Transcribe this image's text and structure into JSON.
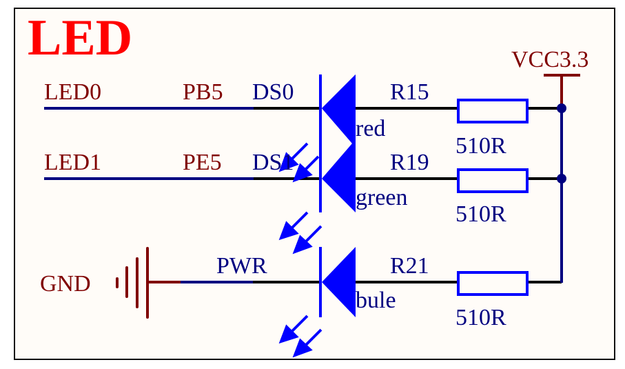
{
  "title": "LED",
  "colors": {
    "title": "#ff0000",
    "net_label": "#800000",
    "part_label": "#000080",
    "component": "#0000ff",
    "wire_blue": "#000080",
    "wire_black": "#000000",
    "power": "#800000"
  },
  "power": {
    "label": "VCC3.3"
  },
  "ground": {
    "label": "GND"
  },
  "rows": [
    {
      "net": "LED0",
      "pin": "PB5",
      "designator": "DS0",
      "color_label": "red",
      "resistor": "R15",
      "value": "510R"
    },
    {
      "net": "LED1",
      "pin": "PE5",
      "designator": "DS1",
      "color_label": "green",
      "resistor": "R19",
      "value": "510R"
    },
    {
      "net": "GND",
      "pin": "PWR",
      "designator": "",
      "color_label": "bule",
      "resistor": "R21",
      "value": "510R"
    }
  ]
}
